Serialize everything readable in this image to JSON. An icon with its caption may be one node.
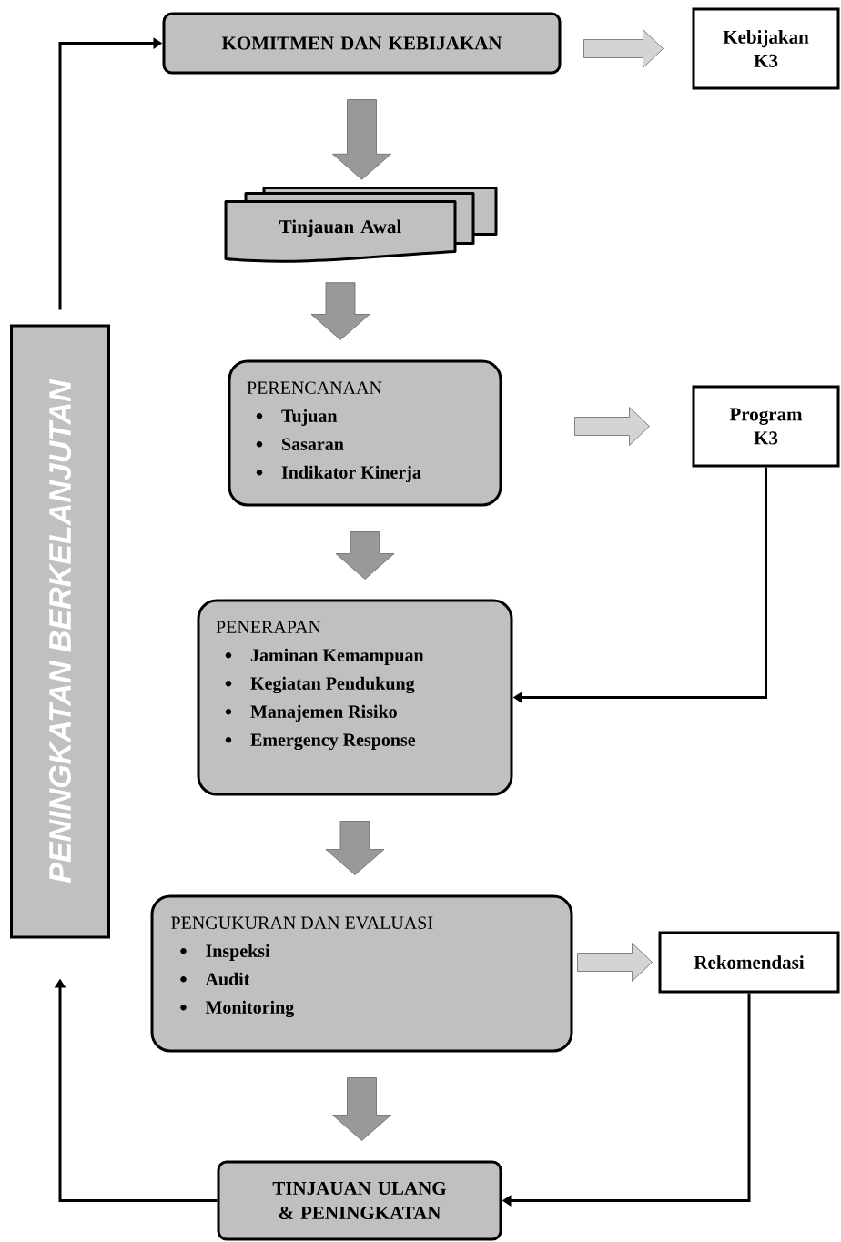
{
  "diagram": {
    "nodes": [
      {
        "text": [
          "KOMITMEN DAN KEBIJAKAN"
        ]
      },
      {
        "text": [
          "Kebijakan K3"
        ]
      },
      {
        "text": [
          "Tinjauan Awal"
        ]
      },
      {
        "text": [
          "PERENCANAAN",
          "Tujuan",
          "Sasaran",
          "Indikator Kinerja"
        ]
      },
      {
        "text": [
          "Program K3"
        ]
      },
      {
        "text": [
          "PENERAPAN",
          "Jaminan Kemampuan",
          "Kegiatan Pendukung",
          "Manajemen Risiko",
          "Emergency Response"
        ]
      },
      {
        "text": [
          "PENGUKURAN DAN EVALUASI",
          "Inspeksi",
          "Audit",
          "Monitoring"
        ]
      },
      {
        "text": [
          "Rekomendasi"
        ]
      },
      {
        "text": [
          "TINJAUAN ULANG & PENINGKATAN"
        ]
      },
      {
        "text": [
          "PENINGKATAN BERKELANJUTAN"
        ]
      }
    ],
    "edges": [
      {
        "from": 0,
        "to": 1,
        "arrow": "to",
        "style": "thick"
      },
      {
        "from": 0,
        "to": 2,
        "arrow": "to",
        "style": "thick"
      },
      {
        "from": 2,
        "to": 3,
        "arrow": "to",
        "style": "thick"
      },
      {
        "from": 3,
        "to": 4,
        "arrow": "to",
        "style": "thick"
      },
      {
        "from": 3,
        "to": 5,
        "arrow": "to",
        "style": "thick"
      },
      {
        "from": 4,
        "to": 5,
        "arrow": "to"
      },
      {
        "from": 5,
        "to": 6,
        "arrow": "to",
        "style": "thick"
      },
      {
        "from": 6,
        "to": 7,
        "arrow": "to",
        "style": "thick"
      },
      {
        "from": 6,
        "to": 8,
        "arrow": "to",
        "style": "thick"
      },
      {
        "from": 7,
        "to": 8,
        "arrow": "to"
      },
      {
        "from": 8,
        "to": 9,
        "arrow": "to"
      },
      {
        "from": 9,
        "to": 0,
        "arrow": "to"
      }
    ]
  }
}
